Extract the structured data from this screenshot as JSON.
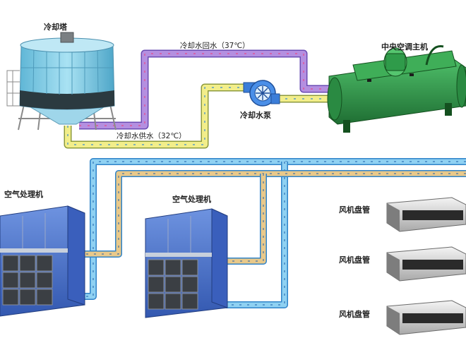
{
  "labels": {
    "cooling_tower": "冷却塔",
    "return_water": "冷却水回水（37℃）",
    "supply_water": "冷却水供水（32℃）",
    "pump": "冷却水泵",
    "chiller": "中央空调主机",
    "ahu_left": "空气处理机",
    "ahu_right": "空气处理机",
    "fcu_1": "风机盘管",
    "fcu_2": "风机盘管",
    "fcu_3": "风机盘管"
  },
  "colors": {
    "return_pipe": "#b48fe0",
    "return_pipe_edge": "#6a4bb3",
    "supply_pipe": "#f2ee8a",
    "supply_pipe_edge": "#8c9a3c",
    "chilled_pipe": "#8fd1f2",
    "chilled_pipe_edge": "#2f83c9",
    "chilled_return_pipe": "#e9c98a",
    "tower_body": "#7fd0ea",
    "chiller_body": "#2f9b4a",
    "ahu_body": "#4b72c9"
  }
}
